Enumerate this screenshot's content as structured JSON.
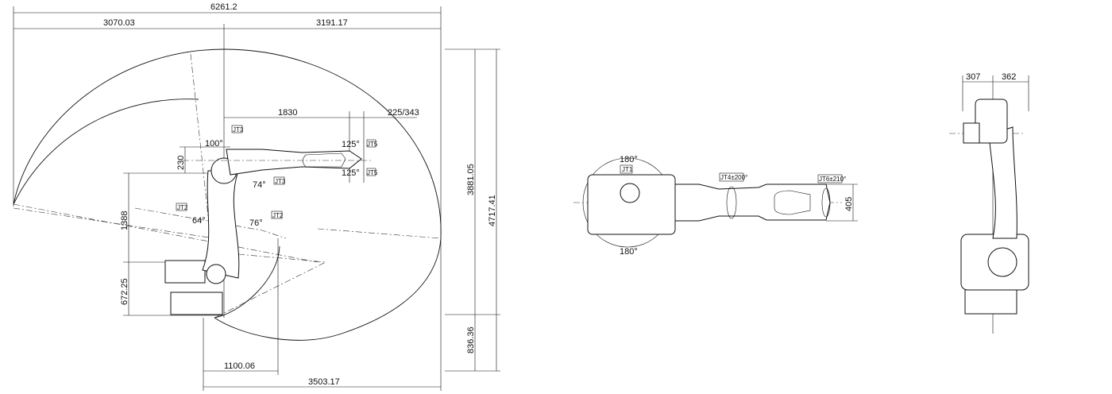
{
  "side_view": {
    "dimensions": {
      "total_width": "6261.2",
      "rear_reach": "3070.03",
      "front_reach": "3191.17",
      "arm_length": "1830",
      "wrist_offset": "225/343",
      "forearm_offset": "230",
      "shoulder_height": "1388",
      "base_height": "672.25",
      "max_height": "3881.05",
      "total_height": "4717.41",
      "below_base": "836.36",
      "inner_reach": "1100.06",
      "lower_reach": "3503.17"
    },
    "angles": {
      "jt3_up": "100°",
      "jt3_down": "74°",
      "jt5_up": "125°",
      "jt5_down": "125°",
      "jt2_back": "64°",
      "jt2_front": "76°"
    },
    "joint_tags": {
      "jt2": "JT2",
      "jt3": "JT3",
      "jt5": "JT5"
    }
  },
  "top_view": {
    "jt1_label": "JT1",
    "jt1_plus": "180°",
    "jt1_minus": "180°",
    "jt4_label": "JT4±200°",
    "jt6_label": "JT6±210°",
    "wrist_width": "405"
  },
  "rear_view": {
    "left_width": "307",
    "right_width": "362"
  }
}
